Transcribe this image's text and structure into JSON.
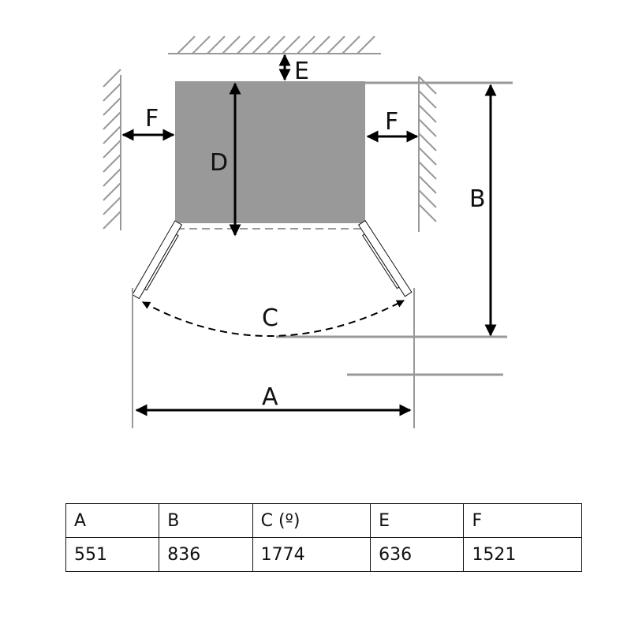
{
  "diagram": {
    "labels": {
      "A": "A",
      "B": "B",
      "C": "C",
      "D": "D",
      "E": "E",
      "F_left": "F",
      "F_right": "F"
    },
    "colors": {
      "appliance": "#999999",
      "wall": "#9a9a9a",
      "arrow": "#000000"
    }
  },
  "table": {
    "headers": [
      "A",
      "B",
      "C (º)",
      "E",
      "F"
    ],
    "values": [
      "551",
      "836",
      "1774",
      "636",
      "1521"
    ]
  }
}
